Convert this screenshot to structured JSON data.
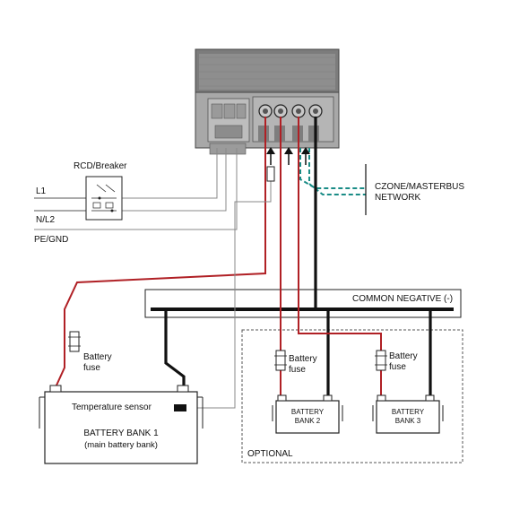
{
  "labels": {
    "rcd_breaker": "RCD/Breaker",
    "l1": "L1",
    "nl2": "N/L2",
    "pe_gnd": "PE/GND",
    "czone_line1": "CZONE/MASTERBUS",
    "czone_line2": "NETWORK",
    "common_negative": "COMMON NEGATIVE (-)",
    "battery_fuse_left_1": "Battery",
    "battery_fuse_left_2": "fuse",
    "battery_fuse_mid_1": "Battery",
    "battery_fuse_mid_2": "fuse",
    "battery_fuse_right_1": "Battery",
    "battery_fuse_right_2": "fuse",
    "temperature_sensor": "Temperature sensor",
    "bank1_line1": "BATTERY BANK 1",
    "bank1_line2": "(main battery bank)",
    "bank2_line1": "BATTERY",
    "bank2_line2": "BANK 2",
    "bank3_line1": "BATTERY",
    "bank3_line2": "BANK 3",
    "optional": "OPTIONAL"
  },
  "colors": {
    "positive_wire": "#b02025",
    "negative_wire": "#111111",
    "network_wire": "#1a8c86",
    "device_body": "#8a8a8a"
  }
}
